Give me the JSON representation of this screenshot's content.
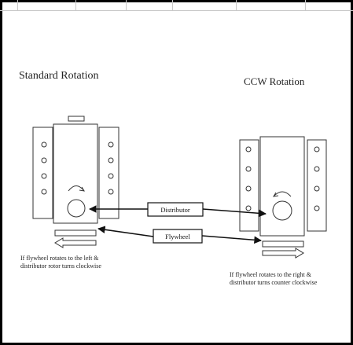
{
  "titles": {
    "standard": "Standard Rotation",
    "ccw": "CCW Rotation"
  },
  "labels": {
    "distributor": "Distributor",
    "flywheel": "Flywheel"
  },
  "notes": {
    "standard_line1": "If flywheel rotates to the left &",
    "standard_line2": "distributor rotor turns clockwise",
    "ccw_line1": "If flywheel rotates to the right &",
    "ccw_line2": "distributor turns counter clockwise"
  },
  "colors": {
    "line": "#111111",
    "frame": "#000000",
    "faint": "#c8c8c8"
  }
}
